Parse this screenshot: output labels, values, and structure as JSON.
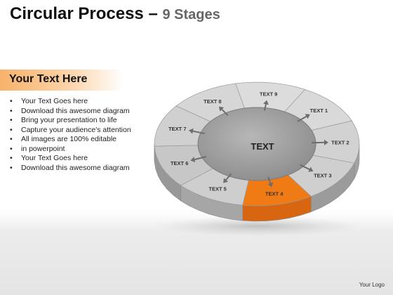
{
  "title": {
    "main": "Circular Process",
    "dash": " – ",
    "sub": "9 Stages"
  },
  "banner": {
    "text": "Your Text Here"
  },
  "bullets": [
    "Your Text Goes here",
    "Download this awesome diagram",
    "Bring your presentation to life",
    "Capture your audience's attention",
    "All images are 100% editable",
    "in powerpoint",
    "Your Text Goes here",
    "Download this awesome diagram"
  ],
  "diagram": {
    "center": "TEXT",
    "stages": [
      "TEXT 1",
      "TEXT 2",
      "TEXT 3",
      "TEXT 4",
      "TEXT 5",
      "TEXT 6",
      "TEXT 7",
      "TEXT 8",
      "TEXT 9"
    ],
    "highlight_stage": "TEXT 4",
    "colors": {
      "highlight": "#f07a14",
      "highlight_side": "#d86510",
      "segment": "#d6d6d6",
      "center": "#9a9a9a",
      "arrow": "#6d6d6d"
    }
  },
  "footer": {
    "logo": "Your Logo"
  }
}
